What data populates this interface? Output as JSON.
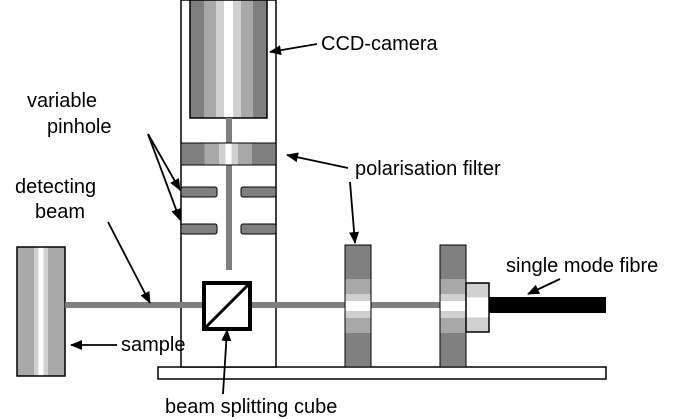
{
  "labels": {
    "ccd_camera": "CCD-camera",
    "variable_pinhole_line1": "variable",
    "variable_pinhole_line2": "pinhole",
    "polarisation_filter": "polarisation filter",
    "detecting_beam_line1": "detecting",
    "detecting_beam_line2": "beam",
    "single_mode_fibre": "single mode fibre",
    "sample": "sample",
    "beam_splitting_cube": "beam splitting cube"
  },
  "colors": {
    "outline": "#000000",
    "beam": "#808080",
    "dark_gray": "#808080",
    "mid_gray": "#a0a0a0",
    "light_gray": "#c8c8c8",
    "highlight": "#ffffff",
    "fibre": "#000000",
    "background": "#ffffff"
  }
}
